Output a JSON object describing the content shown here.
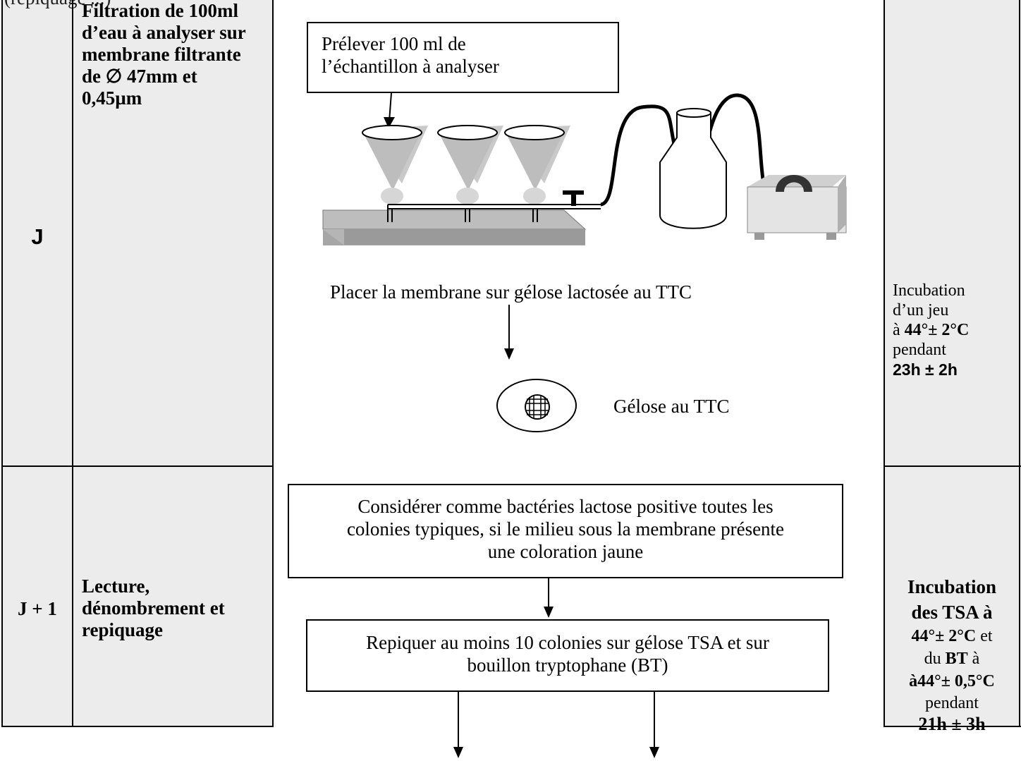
{
  "header_fragment": "(repiquage ...)",
  "row1": {
    "day": "J",
    "step_title": "Filtration de 100ml d’eau à analyser sur membrane filtrante de ∅ 47mm et 0,45µm",
    "step_lines": [
      "Filtration de 100ml",
      "d’eau à analyser sur",
      "membrane filtrante",
      "de ∅ 47mm et",
      "0,45µm"
    ],
    "sample_box": [
      "Prélever 100 ml de",
      "l’échantillon à analyser"
    ],
    "place_text": "Placer la membrane sur gélose lactosée au TTC",
    "plate_label": "Gélose au TTC",
    "incubation": {
      "l1": "Incubation",
      "l2": "d’un  jeu",
      "l3a": "à ",
      "l3b": "44°± 2°C",
      "l4": "pendant",
      "l5": "23h ±  2h"
    }
  },
  "row2": {
    "day": "J + 1",
    "step_lines": [
      "Lecture,",
      "dénombrement et",
      "repiquage"
    ],
    "consider_box": [
      "Considérer comme bactéries lactose positive toutes les",
      "colonies typiques, si le milieu sous la membrane présente",
      "une coloration jaune"
    ],
    "subculture_box": [
      "Repiquer au moins 10 colonies sur gélose TSA et sur",
      "bouillon tryptophane (BT)"
    ],
    "incubation": {
      "l1": "Incubation",
      "l2": "des TSA à",
      "l3a": "44°± 2°C",
      "l3b": " et",
      "l4a": "du ",
      "l4b": "BT",
      "l4c": " à",
      "l5": "à44°± 0,5°C",
      "l6": "pendant",
      "l7": "21h ±  3h"
    }
  },
  "colors": {
    "cell_gray": "#ececec",
    "cone": "#bdbdbd",
    "base": "#a6a6a6"
  }
}
